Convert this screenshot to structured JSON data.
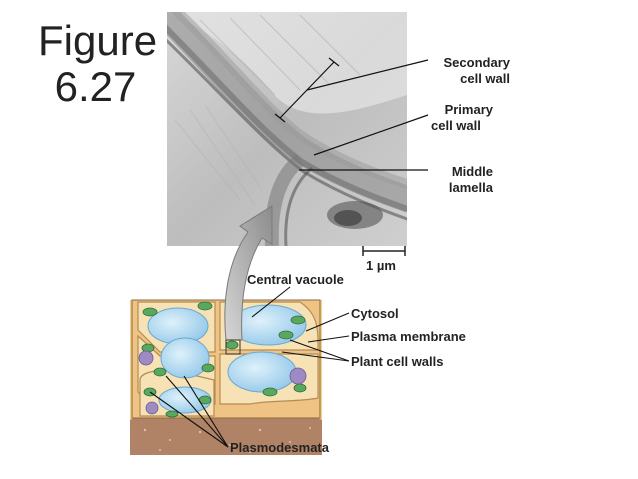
{
  "figure": {
    "title_line1": "Figure",
    "title_line2": "6.27"
  },
  "micrograph_labels": {
    "secondary_1": "Secondary",
    "secondary_2": "cell wall",
    "primary_1": "Primary",
    "primary_2": "cell wall",
    "middle_1": "Middle",
    "middle_2": "lamella",
    "scale_bar": "1 µm"
  },
  "diagram_labels": {
    "central_vacuole": "Central vacuole",
    "cytosol": "Cytosol",
    "plasma_membrane": "Plasma membrane",
    "plant_cell_walls": "Plant cell walls",
    "plasmodesmata": "Plasmodesmata"
  },
  "colors": {
    "cell_wall_tan": "#f2cf8e",
    "cytoplasm": "#f7e2b6",
    "vacuole": "#a8d4ef",
    "chloroplast": "#5aa860",
    "nucleus": "#9e8bc4",
    "arrow_gray": "#a0a0a0",
    "soil_brown": "#b08366"
  }
}
